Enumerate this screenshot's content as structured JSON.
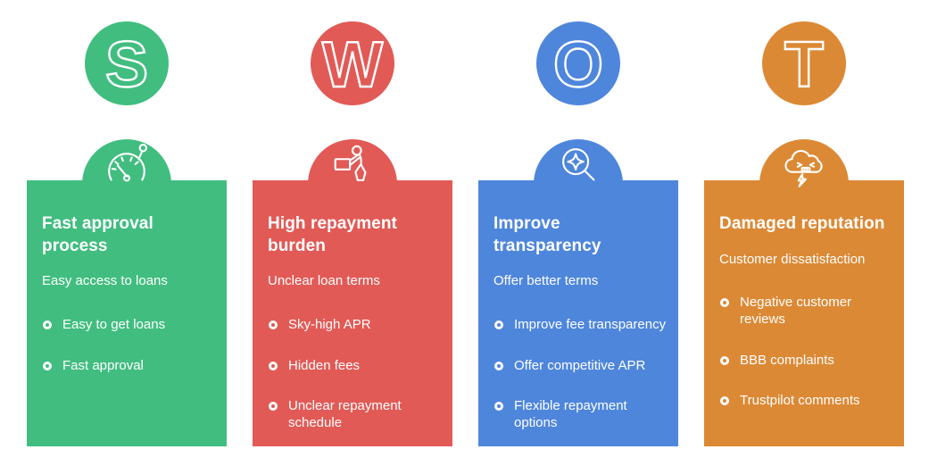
{
  "page": {
    "background_color": "#ffffff",
    "text_color": "#ffffff",
    "palette": {
      "strength_green": "#41BD80",
      "weakness_red": "#E15A56",
      "opportunity_blue": "#4E86DC",
      "threat_orange": "#DC8935"
    }
  },
  "columns": [
    {
      "letter": "S",
      "color": "#41BD80",
      "icon": "speedometer-icon",
      "heading": "Fast approval process",
      "subheading": "Easy access to loans",
      "bullets": [
        "Easy to get loans",
        "Fast approval"
      ]
    },
    {
      "letter": "W",
      "color": "#E15A56",
      "icon": "person-carrying-load-icon",
      "heading": "High repayment burden",
      "subheading": "Unclear loan terms",
      "bullets": [
        "Sky-high APR",
        "Hidden fees",
        "Unclear repayment schedule"
      ]
    },
    {
      "letter": "O",
      "color": "#4E86DC",
      "icon": "magnifier-sparkle-icon",
      "heading": "Improve transparency",
      "subheading": "Offer better terms",
      "bullets": [
        "Improve fee transparency",
        "Offer competitive APR",
        "Flexible repayment options"
      ]
    },
    {
      "letter": "T",
      "color": "#DC8935",
      "icon": "angry-storm-cloud-icon",
      "heading": "Damaged reputation",
      "subheading": "Customer dissatisfaction",
      "bullets": [
        "Negative customer reviews",
        "BBB complaints",
        "Trustpilot comments"
      ]
    }
  ]
}
